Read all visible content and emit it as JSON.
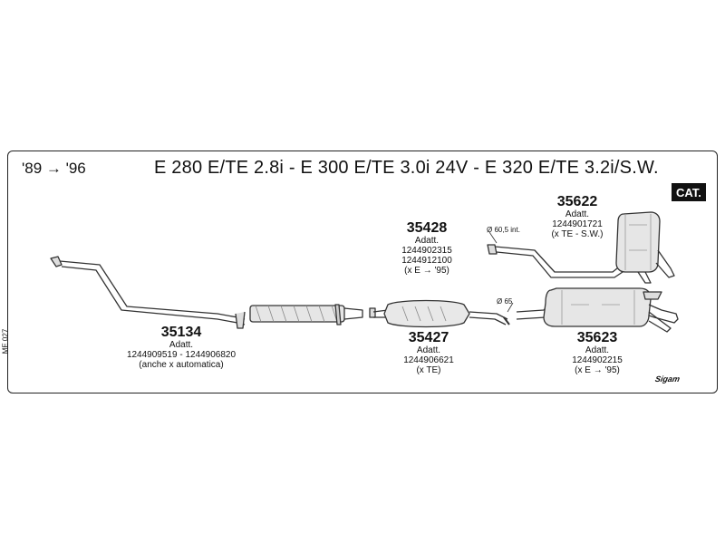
{
  "header": {
    "years": "'89 → '96",
    "title": "E 280 E/TE 2.8i - E 300 E/TE 3.0i 24V - E 320 E/TE 3.2i/S.W.",
    "cat_badge": "CAT."
  },
  "side_code": "ME 027",
  "brand": "Sigam",
  "parts": [
    {
      "number": "35134",
      "lines": [
        "Adatt.",
        "1244909519 - 1244906820",
        "(anche x automatica)"
      ]
    },
    {
      "number": "35428",
      "lines": [
        "Adatt.",
        "1244902315",
        "1244912100",
        "(x E → '95)"
      ]
    },
    {
      "number": "35427",
      "lines": [
        "Adatt.",
        "1244906621",
        "(x TE)"
      ]
    },
    {
      "number": "35622",
      "lines": [
        "Adatt.",
        "1244901721",
        "(x TE - S.W.)"
      ]
    },
    {
      "number": "35623",
      "lines": [
        "Adatt.",
        "1244902215",
        "(x E → '95)"
      ]
    }
  ],
  "diameters": [
    "Ø 60,5 int.",
    "Ø 65"
  ]
}
